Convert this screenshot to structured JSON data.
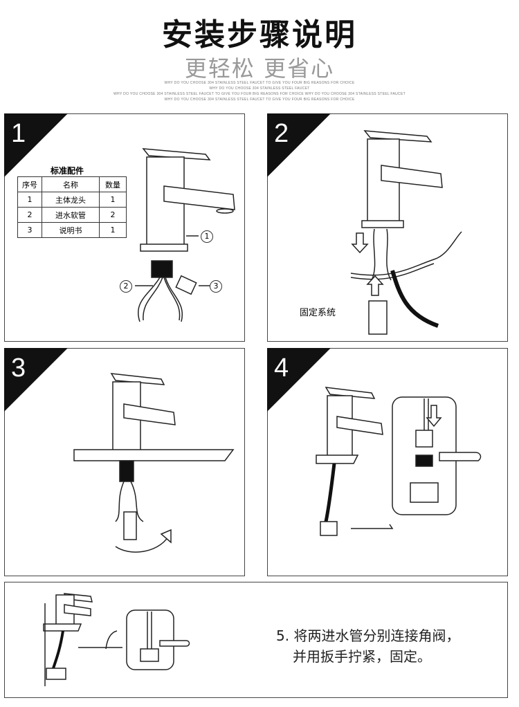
{
  "header": {
    "title": "安装步骤说明",
    "subtitle": "更轻松 更省心",
    "taglines": [
      "WHY DO YOU CHOOSE 304 STAINLESS STEEL FAUCET TO GIVE YOU FOUR BIG REASONS FOR CHOICE",
      "WHY DO YOU CHOOSE 304 STAINLESS STEEL FAUCET",
      "WHY DO YOU CHOOSE 304 STAINLESS STEEL FAUCET TO GIVE YOU FOUR BIG REASONS FOR CHOICE WHY DO YOU CHOOSE 304 STAINLESS STEEL FAUCET",
      "WHY DO YOU CHOOSE 304 STAINLESS STEEL FAUCET TO GIVE YOU FOUR BIG REASONS FOR CHOICE"
    ]
  },
  "steps": [
    {
      "number": "1"
    },
    {
      "number": "2",
      "label": "固定系统"
    },
    {
      "number": "3"
    },
    {
      "number": "4"
    }
  ],
  "parts_table": {
    "title": "标准配件",
    "headers": [
      "序号",
      "名称",
      "数量"
    ],
    "rows": [
      [
        "1",
        "主体龙头",
        "1"
      ],
      [
        "2",
        "进水软管",
        "2"
      ],
      [
        "3",
        "说明书",
        "1"
      ]
    ]
  },
  "callouts": [
    "1",
    "2",
    "3"
  ],
  "step5": {
    "line1": "5. 将两进水管分别连接角阀，",
    "line2": "并用扳手拧紧，固定。"
  }
}
